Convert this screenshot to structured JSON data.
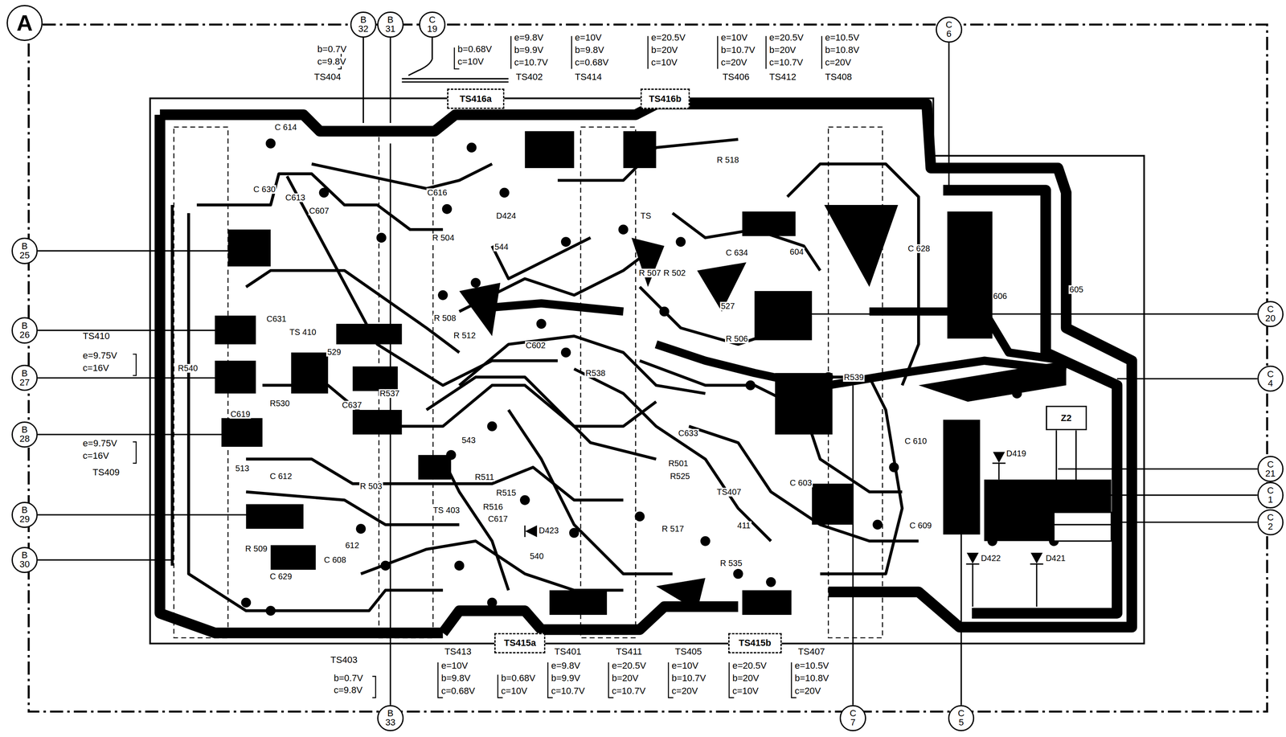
{
  "diagram": {
    "nodes": [
      {
        "text": [
          "A"
        ]
      },
      {
        "text": [
          "B 32"
        ]
      },
      {
        "text": [
          "B 31"
        ]
      },
      {
        "text": [
          "C 19"
        ]
      },
      {
        "text": [
          "C 6"
        ]
      },
      {
        "text": [
          "B 25"
        ]
      },
      {
        "text": [
          "B 26"
        ]
      },
      {
        "text": [
          "B 27"
        ]
      },
      {
        "text": [
          "B 28"
        ]
      },
      {
        "text": [
          "B 29"
        ]
      },
      {
        "text": [
          "B 30"
        ]
      },
      {
        "text": [
          "C 20"
        ]
      },
      {
        "text": [
          "C 4"
        ]
      },
      {
        "text": [
          "C 21"
        ]
      },
      {
        "text": [
          "C 1"
        ]
      },
      {
        "text": [
          "C 2"
        ]
      },
      {
        "text": [
          "B 33"
        ]
      },
      {
        "text": [
          "C 7"
        ]
      },
      {
        "text": [
          "C 5"
        ]
      },
      {
        "text": [
          "TS416a"
        ]
      },
      {
        "text": [
          "TS416b"
        ]
      },
      {
        "text": [
          "TS415a"
        ]
      },
      {
        "text": [
          "TS415b"
        ]
      },
      {
        "text": [
          "Z2"
        ]
      }
    ],
    "labels": [
      "b=0.7V",
      "c=9.8V",
      "TS404",
      "b=0.68V",
      "c=10V",
      "e=9.8V",
      "b=9.9V",
      "c=10.7V",
      "TS402",
      "e=10V",
      "b=9.8V",
      "c=0.68V",
      "TS414",
      "e=20.5V",
      "b=20V",
      "c=10V",
      "e=10V",
      "b=10.7V",
      "c=20V",
      "TS406",
      "e=20.5V",
      "b=20V",
      "c=10.7V",
      "TS412",
      "e=10.5V",
      "b=10.8V",
      "c=20V",
      "TS408",
      "TS410",
      "e=9.75V",
      "c=16V",
      "e=9.75V",
      "c=16V",
      "TS409",
      "TS403",
      "b=0.7V",
      "c=9.8V",
      "TS413",
      "e=10V",
      "b=9.8V",
      "c=0.68V",
      "b=0.68V",
      "c=10V",
      "TS401",
      "e=9.8V",
      "b=9.9V",
      "c=10.7V",
      "TS411",
      "e=20.5V",
      "b=20V",
      "c=10.7V",
      "TS405",
      "e=10V",
      "b=10.7V",
      "c=20V",
      "e=20.5V",
      "b=20V",
      "c=10V",
      "TS407",
      "e=10.5V",
      "b=10.8V",
      "c=20V",
      "C 614",
      "C 630",
      "C613",
      "C607",
      "C616",
      "D424",
      "R 504",
      "544",
      "TS",
      "R 518",
      "C 634",
      "604",
      "C 628",
      "TS 410",
      "529",
      "R 508",
      "R 512",
      "C602",
      "R 507",
      "R 502",
      "527",
      "R 506",
      "C631",
      "R540",
      "R530",
      "C637",
      "R537",
      "R538",
      "543",
      "C619",
      "R539",
      "C 610",
      "C633",
      "R501",
      "R525",
      "TS407",
      "C 603",
      "513",
      "C 612",
      "R 503",
      "R511",
      "R515",
      "R516",
      "C617",
      "TS 403",
      "D423",
      "612",
      "R 509",
      "C 608",
      "C 629",
      "540",
      "R 517",
      "R 535",
      "411",
      "C 609",
      "D419",
      "D422",
      "D421",
      "606",
      "605"
    ]
  }
}
